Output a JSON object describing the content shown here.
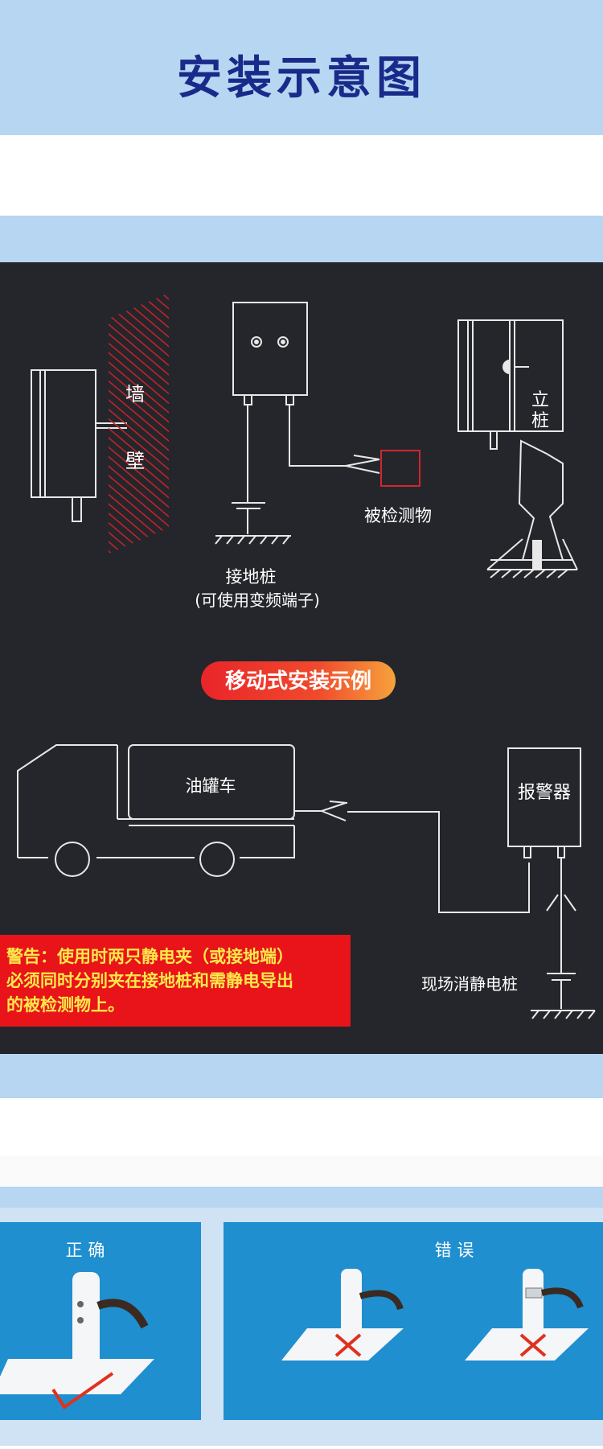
{
  "header": {
    "title": "安装示意图"
  },
  "diagram": {
    "wall_char_1": "墙",
    "wall_char_2": "壁",
    "pile_char_1": "立",
    "pile_char_2": "桩",
    "tested_object": "被检测物",
    "ground_pile": "接地桩",
    "ground_pile_note": "(可使用变频端子)",
    "mobile_example": "移动式安装示例",
    "tanker": "油罐车",
    "alarm": "报警器",
    "site_pile": "现场消静电桩",
    "warning_lines": [
      "警告：使用时两只静电夹（或接地端）",
      "必须同时分别夹在接地桩和需静电导出",
      "的被检测物上。"
    ]
  },
  "photos": {
    "correct_label": "正 确",
    "wrong_label": "错 误"
  },
  "colors": {
    "band_blue": "#b7d6f1",
    "title_navy": "#1a2a8a",
    "diagram_bg": "#25262b",
    "warning_red": "#e8141a",
    "pill_gradient_start": "#e9252a",
    "pill_gradient_end": "#f6a23c",
    "photo_blue": "#1f8fcf",
    "wall_hatch_red": "#c8222a"
  }
}
